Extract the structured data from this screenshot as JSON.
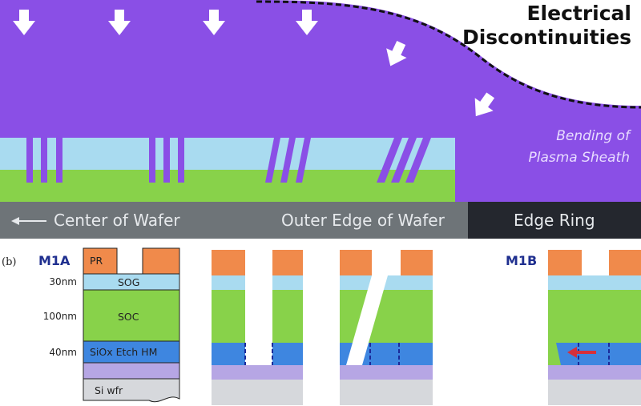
{
  "panel_a": {
    "title_line1": "Electrical",
    "title_line2": "Discontinuities",
    "sheath_line1": "Bending of",
    "sheath_line2": "Plasma Sheath",
    "center_label": "Center of Wafer",
    "edge_label": "Outer Edge of Wafer",
    "ring_label": "Edge Ring"
  },
  "panel_b": {
    "label": "(b)",
    "m1a": "M1A",
    "m1b": "M1B",
    "thicknesses": [
      "30nm",
      "100nm",
      "40nm"
    ],
    "layers": {
      "pr": "PR",
      "sog": "SOG",
      "soc": "SOC",
      "hm": "SiOx Etch HM",
      "wafer": "Si wfr"
    }
  },
  "colors": {
    "plasma": "#8a4fe6",
    "sog": "#a9dbf0",
    "soc": "#88d24a",
    "hardmask": "#3e86e0",
    "underlayer": "#b6a6e4",
    "wafer": "#d6d8dc",
    "photoresist": "#f08a4b",
    "edge_ring": "#24272e",
    "wafer_bar": "#6e7478",
    "arrow": "#d62f3a"
  }
}
